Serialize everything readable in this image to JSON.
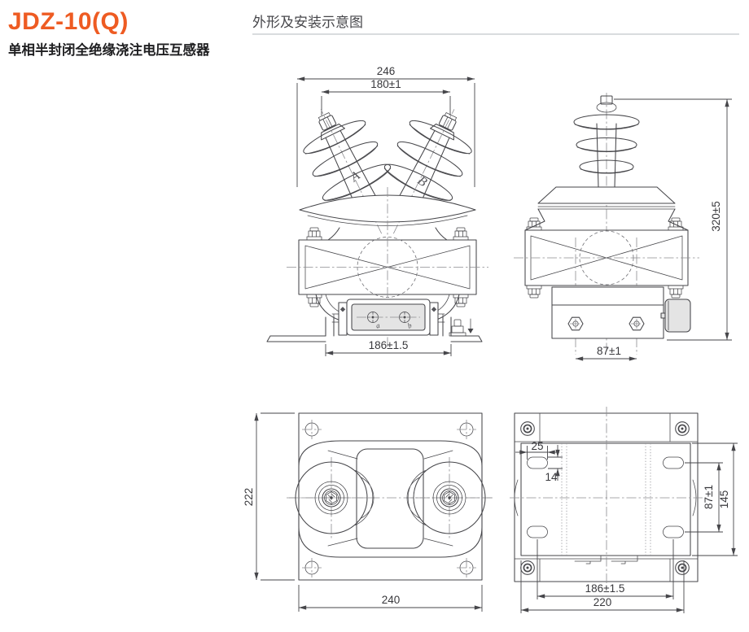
{
  "header": {
    "model": "JDZ-10(Q)",
    "subtitle": "单相半封闭全绝缘浇注电压互感器",
    "accent_color": "#ee5b22"
  },
  "section": {
    "title": "外形及安装示意图",
    "rule_color": "#d9dcde"
  },
  "views": {
    "front": {
      "dim_overall_width": "246",
      "dim_bushing_spacing": "180±1",
      "dim_mounting_span": "186±1.5",
      "label_phase_a": "A",
      "label_phase_b": "B",
      "label_sec_a": "a",
      "label_sec_b": "b"
    },
    "side": {
      "dim_overall_height": "320±5",
      "dim_base_holes": "87±1"
    },
    "top": {
      "dim_depth": "222",
      "dim_width": "240"
    },
    "bottom": {
      "dim_slot_length": "25",
      "dim_slot_width": "14",
      "dim_slot_rows": "87±1",
      "dim_base_depth": "145",
      "dim_slot_cols": "186±1.5",
      "dim_base_width": "220"
    }
  }
}
